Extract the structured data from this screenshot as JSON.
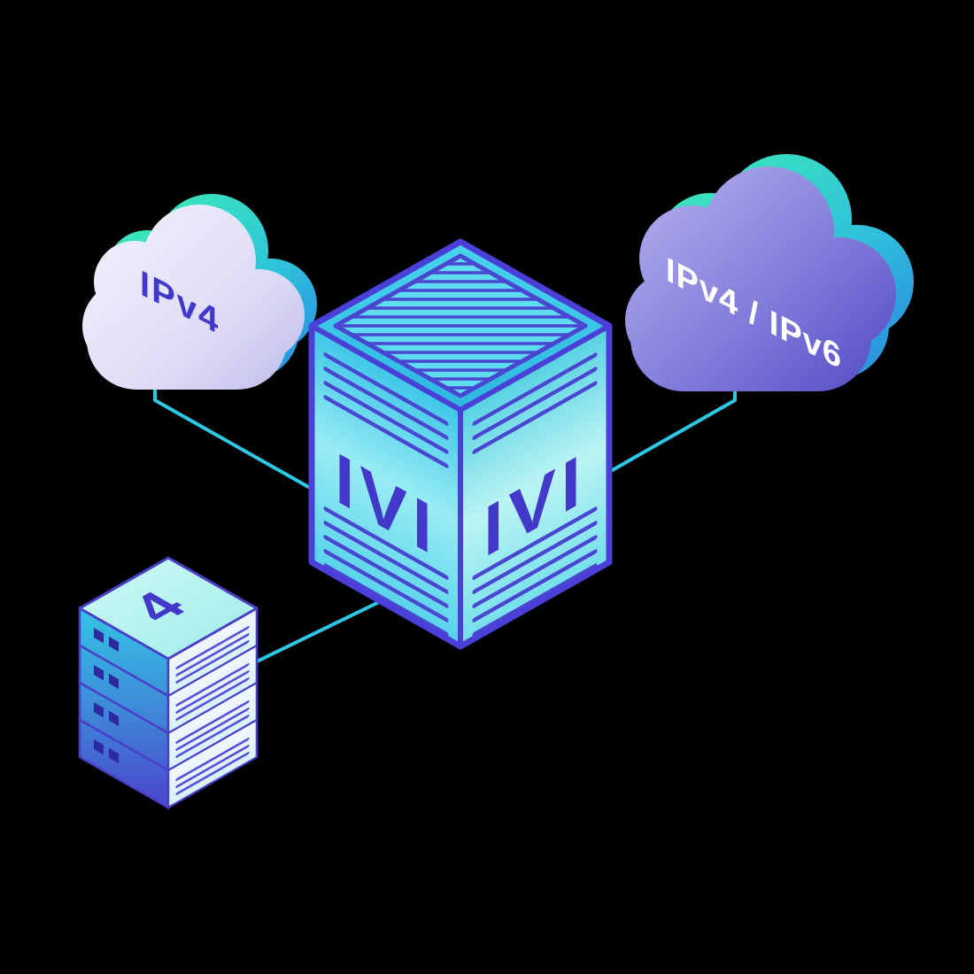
{
  "illustration": {
    "title": "IVI IPv4/IPv6 translation diagram",
    "left_cloud": {
      "label": "IPv4"
    },
    "right_cloud": {
      "label": "IPv4 / IPv6"
    },
    "translator_box": {
      "left_face_label": "IVI",
      "right_face_label": "IVI"
    },
    "server_stack": {
      "label": "4"
    },
    "colors": {
      "background": "#000000",
      "connector_cyan": "#2EC8E6",
      "label_purple": "#4238CA",
      "outline_purple": "#4A3FD6",
      "teal_accent": "#3BE8B8",
      "lavender_cloud": "#E6E4F8",
      "purple_cloud": "#7D76D8",
      "cyan_face": "#45C6E6"
    }
  }
}
